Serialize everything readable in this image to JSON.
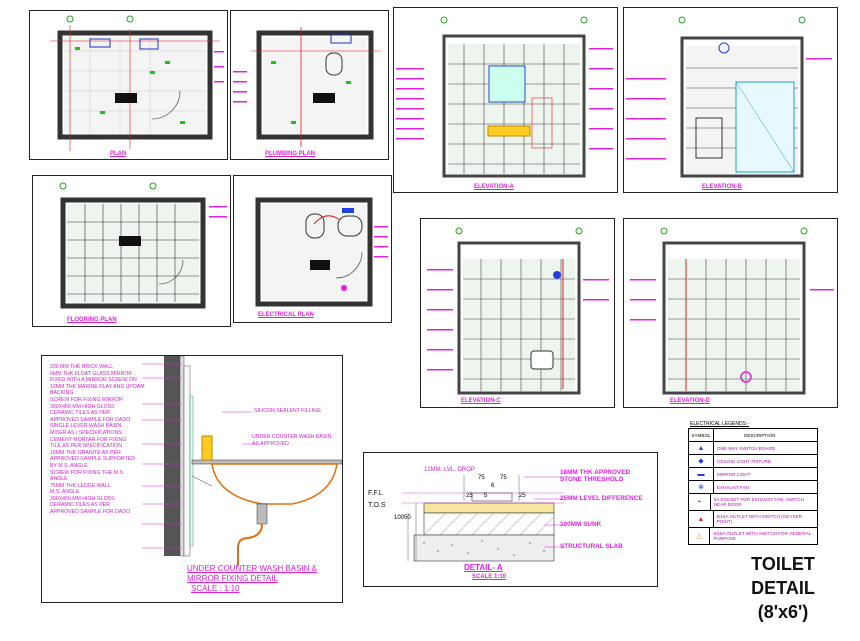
{
  "sheet": {
    "title_lines": [
      "TOILET",
      "DETAIL",
      "(8'x6')"
    ]
  },
  "plans": {
    "plan": "PLAN",
    "plumbing_plan": "PLUMBING PLAN",
    "elevation_a": "ELEVATION-A",
    "elevation_b": "ELEVATION-B",
    "flooring_plan": "FLOORING PLAN",
    "electrical_plan": "ELECTRICAL PLAN",
    "elevation_c": "ELEVATION-C",
    "elevation_d": "ELEVATION-D"
  },
  "wash_basin_detail": {
    "notes": [
      "230 MM THK BRICK WALL",
      "6MM THK FLOAT GLASS MIRROR",
      "FIXED WITH A MIRROR SCREW ON",
      "12MM THK MARINE PLAY AND UPOAM",
      "BACKING",
      "SCREW FOR FIXING MIRROR",
      "300X450 MM HIGH GLOSS",
      "CERAMIC TILES AS PER",
      "APPROVED SAMPLE FOR DADO",
      "SINGLE LEVER WASH BASIN",
      "MIXER AS / SPECIFICATIONS",
      "CEMENT MORTAR FOR FIXING",
      "TILE AS PER SPECIFICATION",
      "18MM THK GRANITE AS PER",
      "APPROVED SAMPLE SUPPORTED",
      "BY M.S. ANGLE",
      "SCREW FOR FIXING THE M.S.",
      "ANGLE",
      "75MM THK LEDGE WALL",
      "M.S. ANGLE",
      "300X450 MM HIGH GLOSS",
      "CERAMIC TILES AS PER",
      "APPROVED SAMPLE FOR DADO"
    ],
    "silicon_label": "SILICON SEALENT FILLING",
    "basin_label_1": "UNDER COUNTER WASH BASIN",
    "basin_label_2": "AS APPROVED",
    "title_1": "UNDER COUNTER WASH BASIN &",
    "title_2": "MIRROR FIXING DETAIL",
    "scale": "SCALE : 1:10"
  },
  "detail_a": {
    "drop_label": "12MM. LVL. DROP",
    "ffl": "F.F.L",
    "tos": "T.O.S",
    "dims": [
      "75",
      "75",
      "6",
      "25",
      "5",
      "25",
      "100",
      "50"
    ],
    "notes": [
      "18MM THK APPROVED",
      "STONE THRESHOLD",
      "25MM LEVEL DIFFERENCE",
      "100MM SUNK",
      "STRUCTURAL SLAB"
    ],
    "title": "DETAIL- A",
    "scale": "SCALE 1:10"
  },
  "electrical_legends": {
    "title": "ELECTRICAL LEGENDS:-",
    "head_symbol": "SYMBOL",
    "head_desc": "DESCRIPTION",
    "rows": [
      {
        "icon": "switch-board-icon",
        "glyph": "▲",
        "color": "#2040e0",
        "desc": "ONE WAY SWITCH BOARD"
      },
      {
        "icon": "ceiling-light-icon",
        "glyph": "◆",
        "color": "#2040e0",
        "desc": "CEILING LIGHT FIXTURE"
      },
      {
        "icon": "mirror-light-icon",
        "glyph": "▬",
        "color": "#2040e0",
        "desc": "MIRROR LIGHT"
      },
      {
        "icon": "exhaust-fan-icon",
        "glyph": "⊗",
        "color": "#2040e0",
        "desc": "EXHAUST FAN"
      },
      {
        "icon": "socket-exhaust-icon",
        "glyph": "◓",
        "color": "#c020c0",
        "desc": "5A SOCKET FOR EXHAUST FAN, SWITCH NEAR DOOR"
      },
      {
        "icon": "outlet-geyser-icon",
        "glyph": "▲",
        "color": "#e03020",
        "desc": "6/16A OUTLET WITH SWITCH (GEYSER POINT)"
      },
      {
        "icon": "outlet-general-icon",
        "glyph": "△",
        "color": "#e08020",
        "desc": "6/16A OUTLET WITH SWITCH FOR GENERAL PURPOSE"
      }
    ]
  }
}
